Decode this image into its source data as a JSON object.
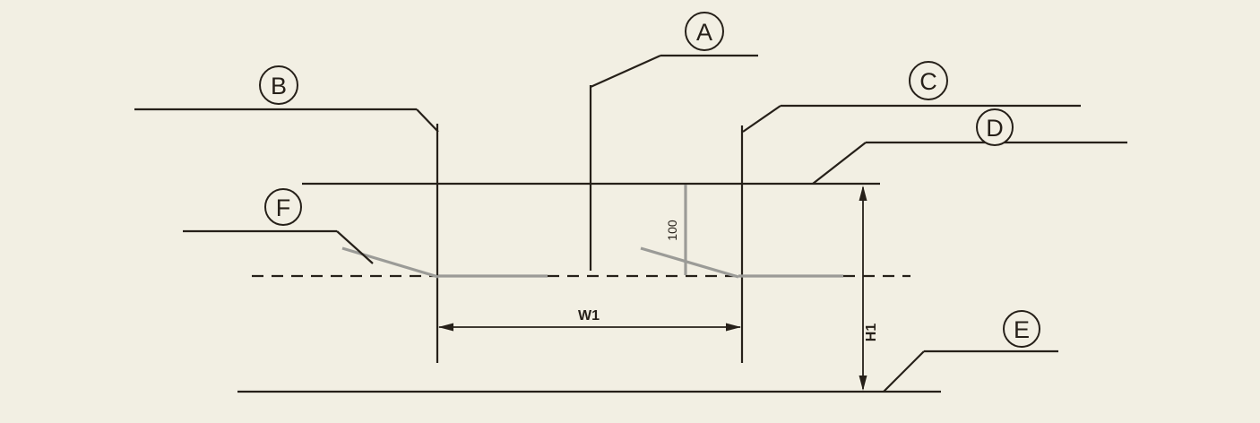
{
  "diagram": {
    "callouts": {
      "a": "A",
      "b": "B",
      "c": "C",
      "d": "D",
      "e": "E",
      "f": "F"
    },
    "dimensions": {
      "width_label": "W1",
      "height_label": "H1",
      "flap_height_label": "100"
    },
    "colors": {
      "background": "#F2EFE3",
      "line": "#262019",
      "gray": "#9B9B97"
    }
  }
}
